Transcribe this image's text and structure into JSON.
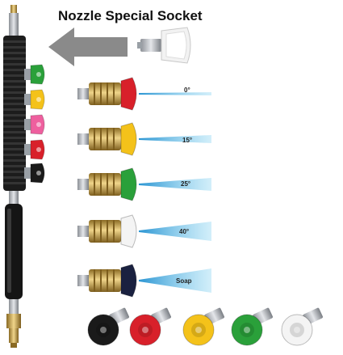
{
  "caption": {
    "title": "Nozzle Special Socket"
  },
  "nozzles": [
    {
      "angle_label": "0°",
      "color_name": "red",
      "color": "#d8202a"
    },
    {
      "angle_label": "15°",
      "color_name": "yellow",
      "color": "#f4c21a"
    },
    {
      "angle_label": "25°",
      "color_name": "green",
      "color": "#2aa03a"
    },
    {
      "angle_label": "40°",
      "color_name": "white",
      "color": "#f4f4f4"
    },
    {
      "angle_label": "Soap",
      "color_name": "black",
      "color": "#1a2140"
    }
  ],
  "holder_tips": [
    "green",
    "yellow",
    "pink",
    "red",
    "black"
  ],
  "bottom_row": [
    "black",
    "red",
    "yellow",
    "green",
    "white"
  ],
  "colors": {
    "brass": "#c9a24a",
    "wand": "#1b1b1b",
    "steel": "#b8bcc2",
    "arrow": "#8a8a8a",
    "spray": "#33a6d6",
    "pink": "#ee5f9e"
  }
}
